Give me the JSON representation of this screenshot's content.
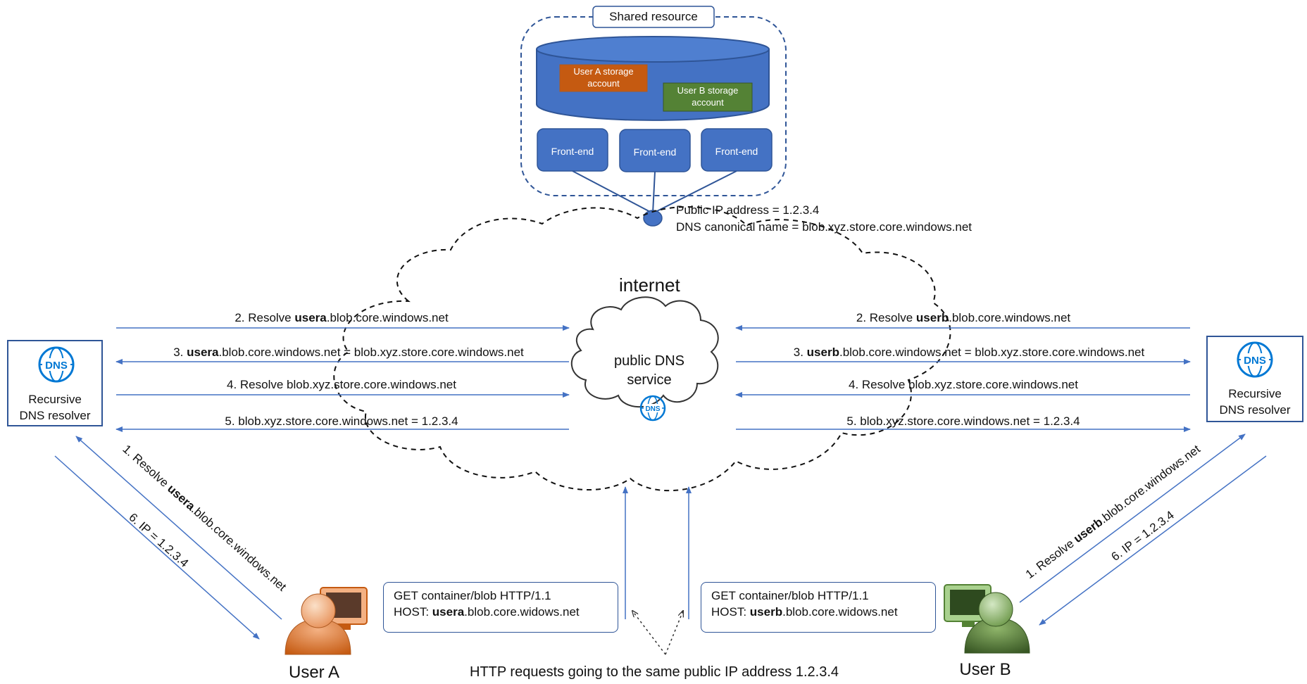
{
  "shared_resource": {
    "title": "Shared resource",
    "user_a_account": "User A storage account",
    "user_b_account": "User B storage account",
    "front_ends": [
      "Front-end",
      "Front-end",
      "Front-end"
    ],
    "public_ip": "Public IP address = 1.2.3.4",
    "dns_canonical": "DNS canonical name = blob.xyz.store.core.windows.net"
  },
  "internet": {
    "label": "internet",
    "dns_service": "public DNS\nservice"
  },
  "left_steps": {
    "s2_pre": "2. Resolve ",
    "s2_bold": "usera",
    "s2_post": ".blob.core.windows.net",
    "s3_pre": "3. ",
    "s3_bold": "usera",
    "s3_post": ".blob.core.windows.net = blob.xyz.store.core.windows.net",
    "s4": "4. Resolve blob.xyz.store.core.windows.net",
    "s5": "5. blob.xyz.store.core.windows.net = 1.2.3.4",
    "s1_pre": "1. Resolve ",
    "s1_bold": "usera",
    "s1_post": ".blob.core.windows.net",
    "s6": "6. IP = 1.2.3.4"
  },
  "right_steps": {
    "s2_pre": "2. Resolve ",
    "s2_bold": "userb",
    "s2_post": ".blob.core.windows.net",
    "s3_pre": "3. ",
    "s3_bold": "userb",
    "s3_post": ".blob.core.windows.net = blob.xyz.store.core.windows.net",
    "s4": "4. Resolve blob.xyz.store.core.windows.net",
    "s5": "5. blob.xyz.store.core.windows.net = 1.2.3.4",
    "s1_pre": "1. Resolve ",
    "s1_bold": "userb",
    "s1_post": ".blob.core.windows.net",
    "s6": "6. IP = 1.2.3.4"
  },
  "resolver": {
    "label_line1": "Recursive",
    "label_line2": "DNS resolver",
    "icon_text": "DNS"
  },
  "http_a": {
    "line1": "GET container/blob HTTP/1.1",
    "host_pre": "HOST: ",
    "host_bold": "usera",
    "host_post": ".blob.core.widows.net"
  },
  "http_b": {
    "line1": "GET container/blob HTTP/1.1",
    "host_pre": "HOST: ",
    "host_bold": "userb",
    "host_post": ".blob.core.widows.net"
  },
  "users": {
    "a": "User A",
    "b": "User B"
  },
  "caption": "HTTP requests going to the same public IP address 1.2.3.4",
  "colors": {
    "accent_blue": "#4472c4",
    "dark_blue": "#2f5597",
    "user_a_orange": "#c55a11",
    "user_b_green": "#548235",
    "dns_icon_blue": "#0078d4"
  }
}
